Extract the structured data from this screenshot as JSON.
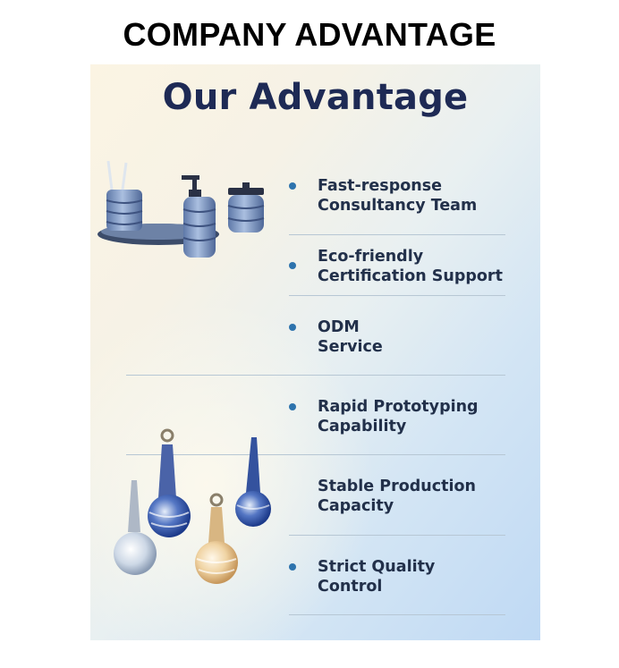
{
  "page": {
    "heading": "COMPANY ADVANTAGE"
  },
  "poster": {
    "title": "Our Advantage",
    "advantages": [
      {
        "label": "Fast-response\nConsultancy Team",
        "has_bullet": true
      },
      {
        "label": "Eco-friendly\nCertification Support",
        "has_bullet": true
      },
      {
        "label": "ODM\nService",
        "has_bullet": true
      },
      {
        "label": "Rapid Prototyping\nCapability",
        "has_bullet": true
      },
      {
        "label": "Stable Production\nCapacity",
        "has_bullet": false
      },
      {
        "label": "Strict Quality\nControl",
        "has_bullet": true
      }
    ],
    "illustrations": [
      {
        "name": "bathroom-accessory-set-image"
      },
      {
        "name": "glass-ornament-bottles-image"
      }
    ]
  },
  "colors": {
    "heading_text": "#000000",
    "poster_title": "#1e2a55",
    "item_text": "#22304a",
    "bullet": "#2d73ad",
    "divider": "#b7c7d4"
  }
}
